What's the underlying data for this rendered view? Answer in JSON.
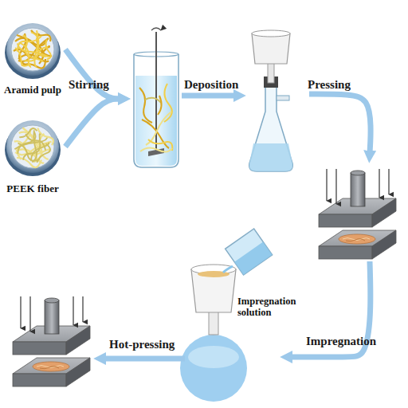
{
  "diagram": {
    "nodes": [
      {
        "text": [
          "Aramid pulp"
        ]
      },
      {
        "text": [
          "PEEK fiber"
        ]
      },
      {
        "text": []
      },
      {
        "text": []
      },
      {
        "text": []
      },
      {
        "text": [
          "Impregnation solution"
        ]
      },
      {
        "text": []
      }
    ],
    "edges": [
      {
        "from": 0,
        "to": 2,
        "label": "Stirring",
        "arrow": "to"
      },
      {
        "from": 1,
        "to": 2,
        "arrow": "to"
      },
      {
        "from": 2,
        "to": 3,
        "label": "Deposition",
        "arrow": "to"
      },
      {
        "from": 3,
        "to": 4,
        "label": "Pressing",
        "arrow": "to"
      },
      {
        "from": 4,
        "to": 5,
        "label": "Impregnation",
        "arrow": "to"
      },
      {
        "from": 5,
        "to": 6,
        "label": "Hot-pressing",
        "arrow": "to"
      }
    ]
  }
}
